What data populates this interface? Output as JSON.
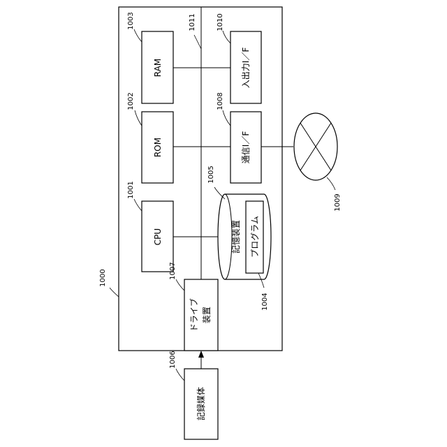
{
  "system": {
    "ref": "1000"
  },
  "bus": {
    "ref": "1011"
  },
  "cpu": {
    "ref": "1001",
    "label": "CPU"
  },
  "rom": {
    "ref": "1002",
    "label": "ROM"
  },
  "ram": {
    "ref": "1003",
    "label": "RAM"
  },
  "storage": {
    "ref": "1005",
    "label": "記憶装置"
  },
  "program": {
    "ref": "1004",
    "label": "プログラム"
  },
  "medium": {
    "ref": "1006",
    "label": "記録媒体"
  },
  "drive": {
    "ref": "1007",
    "label_line1": "ドライブ",
    "label_line2": "装置"
  },
  "comm_if": {
    "ref": "1008",
    "label": "通信I／F"
  },
  "network": {
    "ref": "1009"
  },
  "io_if": {
    "ref": "1010",
    "label": "入出力I／F"
  }
}
